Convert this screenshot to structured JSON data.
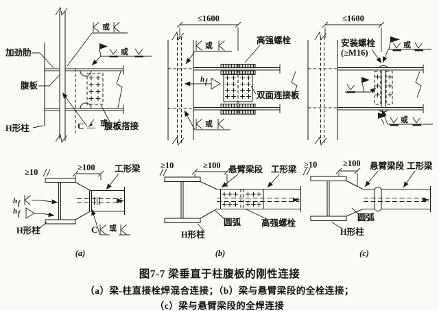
{
  "colors": {
    "ink": "#1f1b16",
    "paper": "#fbfaf6"
  },
  "caption": {
    "title": "图7-7 梁垂直于柱腹板的刚性连接",
    "line2": "（a）梁-柱直接栓焊混合连接；（b）梁与悬臂梁段的全栓连接；",
    "line3": "（c）梁与悬臂梁段的全焊连接"
  },
  "labels": {
    "or": "或",
    "stiffener": "加劲肋",
    "web": "腹板",
    "h_column": "H形柱",
    "web_lap": "腹板搭接",
    "c_mark": "C",
    "max_1600": "≤1600",
    "high_strength_bolt": "高强螺栓",
    "double_side_plate": "双面连接板",
    "install_bolt": "安装螺栓",
    "install_bolt_size": "(≥M16)",
    "min_10": "≥10",
    "min_100": "≥100",
    "i_beam": "工形梁",
    "cantilever_segment": "悬臂梁段",
    "arc": "圆弧",
    "weld_h": "h",
    "weld_f": "f",
    "sub_a": "(a)",
    "sub_b": "(b)",
    "sub_c": "(c)"
  }
}
